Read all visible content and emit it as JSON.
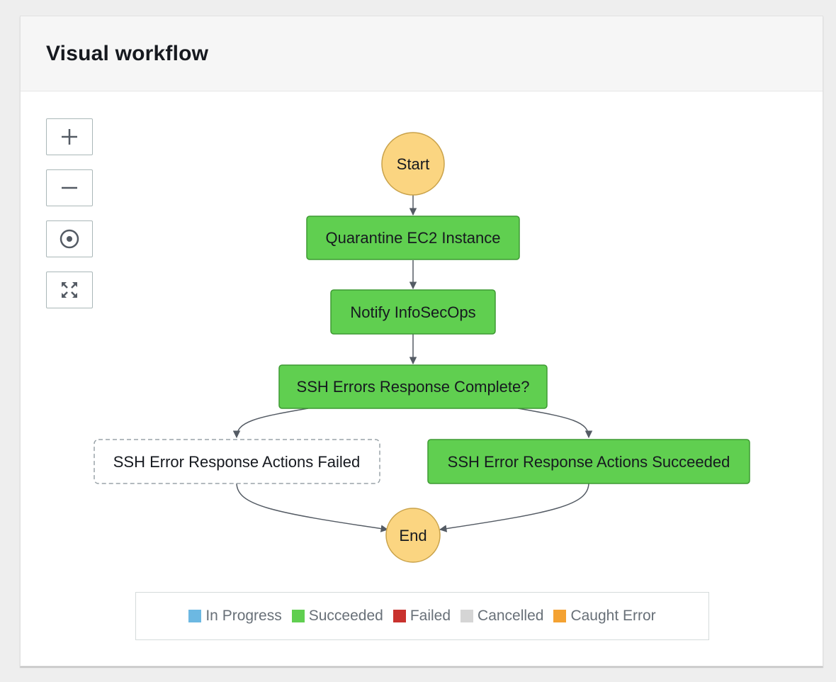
{
  "panel": {
    "title": "Visual workflow"
  },
  "controls": [
    {
      "name": "zoom-in",
      "icon": "plus-icon"
    },
    {
      "name": "zoom-out",
      "icon": "minus-icon"
    },
    {
      "name": "center",
      "icon": "target-icon"
    },
    {
      "name": "fit",
      "icon": "expand-icon"
    }
  ],
  "workflow": {
    "start_label": "Start",
    "end_label": "End",
    "states": [
      {
        "label": "Quarantine EC2 Instance",
        "status": "Succeeded"
      },
      {
        "label": "Notify InfoSecOps",
        "status": "Succeeded"
      },
      {
        "label": "SSH Errors Response Complete?",
        "status": "Succeeded"
      },
      {
        "label": "SSH Error Response Actions Failed",
        "status": "Not executed"
      },
      {
        "label": "SSH Error Response Actions Succeeded",
        "status": "Succeeded"
      }
    ],
    "colors": {
      "succeeded": "#60cf50",
      "succeeded_border": "#3e9a33",
      "terminal": "#fbd581",
      "terminal_border": "#c9a24a",
      "edge": "#545b64"
    }
  },
  "legend": {
    "items": [
      {
        "label": "In Progress",
        "color": "#6cb8e2"
      },
      {
        "label": "Succeeded",
        "color": "#60cf50"
      },
      {
        "label": "Failed",
        "color": "#c9322e"
      },
      {
        "label": "Cancelled",
        "color": "#d5d5d5"
      },
      {
        "label": "Caught Error",
        "color": "#f4a232"
      }
    ]
  }
}
